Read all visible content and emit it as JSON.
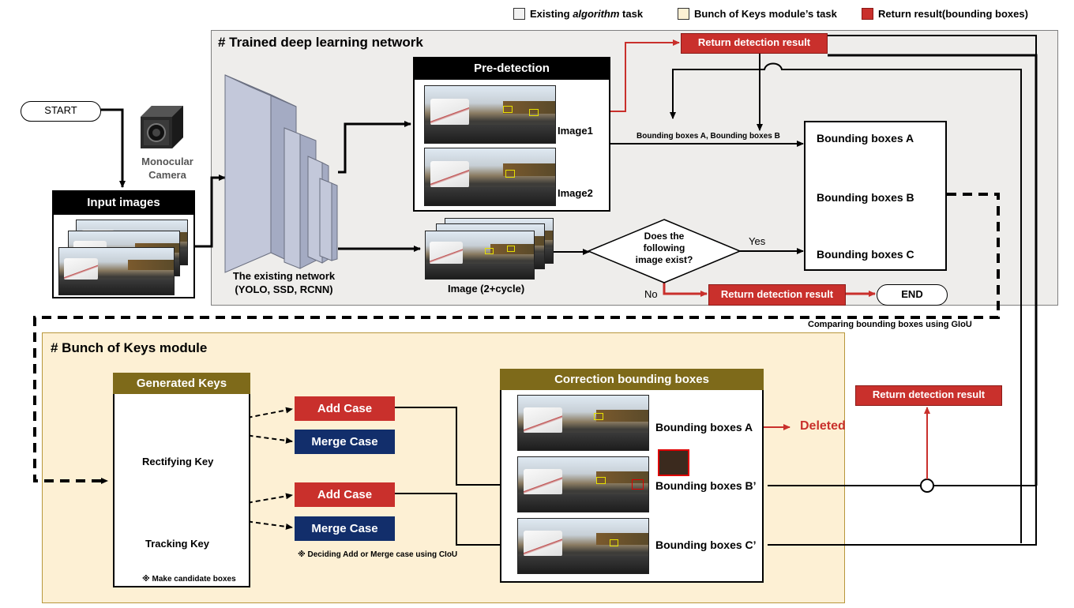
{
  "legend": {
    "existing": "Existing algorithm task",
    "existing_prefix": "Existing ",
    "existing_italic": "algorithm",
    "existing_suffix": " task",
    "bok": "Bunch of Keys module’s task",
    "return": "Return result(bounding boxes)",
    "colors": {
      "existing": "#f2f2f2",
      "bok": "#fdf0d4",
      "return": "#c9302c"
    }
  },
  "trained": {
    "title": "# Trained deep learning network",
    "return_top": "Return detection result",
    "predetection": "Pre-detection",
    "image1": "Image1",
    "image2": "Image2",
    "bbox_ab": "Bounding boxes A,  Bounding boxes B",
    "bbox_a": "Bounding boxes A",
    "bbox_b": "Bounding boxes B",
    "bbox_c": "Bounding boxes C",
    "network_line1": "The existing network",
    "network_line2": "(YOLO, SSD, RCNN)",
    "image_cycle": "Image (2+cycle)",
    "decision_line1": "Does the",
    "decision_line2": "following",
    "decision_line3": "image exist?",
    "yes": "Yes",
    "no": "No",
    "return_bottom": "Return detection result",
    "end": "END"
  },
  "input": {
    "start": "START",
    "camera_line1": "Monocular",
    "camera_line2": "Camera",
    "input_images": "Input images"
  },
  "compare_label": "Comparing bounding boxes using GIoU",
  "return_right": "Return detection result",
  "bok": {
    "title": "# Bunch of Keys module",
    "generated_keys": "Generated Keys",
    "rectifying_key": "Rectifying Key",
    "tracking_key": "Tracking Key",
    "candidate_note": "※ Make candidate boxes",
    "add_case_1": "Add Case",
    "merge_case_1": "Merge Case",
    "add_case_2": "Add Case",
    "merge_case_2": "Merge Case",
    "ciou_note": "※ Deciding Add or Merge case using CIoU",
    "correction": "Correction bounding boxes",
    "bbox_a": "Bounding boxes A",
    "deleted": "Deleted",
    "bbox_b_prime": "Bounding boxes B’",
    "bbox_c_prime": "Bounding boxes C’"
  }
}
